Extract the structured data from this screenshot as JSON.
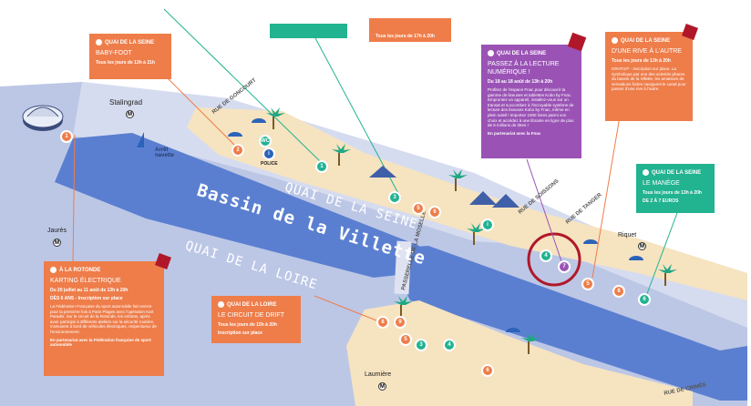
{
  "water": {
    "bassin_name": "Bassin de la Villette",
    "quai_seine": "QUAI DE LA SEINE",
    "quai_loire": "QUAI DE LA LOIRE"
  },
  "streets": {
    "goncourt": "RUE DE GONCOURT",
    "soissons": "RUE DE SOISSONS",
    "tanger": "RUE DE TANGER",
    "passerelle_moselle": "PASSERELLE DE LA MOSELLE",
    "crimee": "RUE DE CRIMÉE"
  },
  "places": {
    "stalingrad": "Stalingrad",
    "jaures": "Jaurès",
    "riquet": "Riquet",
    "laumiere": "Laumière",
    "metro_symbol": "M",
    "shuttle_stop": "Arrêt navette",
    "police": "POLICE"
  },
  "cards": {
    "babyfoot": {
      "heading": "QUAI DE LA SEINE",
      "title": "BABY-FOOT",
      "dates": "Tous les jours de 13h à 21h"
    },
    "top_partial": {
      "dates": "Tous les jours de 17h à 20h"
    },
    "lecture": {
      "heading": "QUAI DE LA SEINE",
      "title": "PASSEZ À LA LECTURE NUMÉRIQUE !",
      "dates": "Du 18 au 18 août de 13h à 20h",
      "body": "Profitez de l'espace Fnac pour découvrir la gamme de liseuses et tablettes Kobo by Fnac. Empruntez un appareil, installez-vous sur un transat et succombez à l'incroyable système de lecture des liseuses Kobo by Fnac, même en plein soleil ! Importez 1000 livres parmi vos choix et accédez à une librairie en ligne de plus de 5 millions de titres !",
      "partner": "En partenariat avec la Fnac"
    },
    "rive": {
      "heading": "QUAI DE LA SEINE",
      "title": "D'UNE RIVE À L'AUTRE",
      "dates": "Tous les jours de 13h à 20h",
      "body": "GRATUIT - Inscription sur place. La symbolique par une des activités phares du bassin de la Villette, les amateurs de sensations fortes naviguent le canal pour passer d'une rive à l'autre."
    },
    "manege": {
      "heading": "QUAI DE LA SEINE",
      "title": "LE MANÈGE",
      "dates": "Tous les jours de 13h à 20h",
      "price": "DE 2 À 7 EUROS"
    },
    "karting": {
      "heading": "À LA ROTONDE",
      "title": "KARTING ÉLECTRIQUE",
      "dates": "Du 20 juillet au 11 août de 13h à 20h",
      "price": "DÈS 6 ANS - Inscription sur place",
      "body": "La Fédération Française du sport automobile fait revivre pour la première fois à Paris Plages avec l'opération Kart Paradis. Sur le circuit de la Rotonde, les enfants, après avoir participé à différents ateliers sur la sécurité routière, s'amusent à bord de véhicules électriques, respectueux de l'environnement.",
      "partner": "En partenariat avec la Fédération française de sport automobile"
    },
    "drift": {
      "heading": "QUAI DE LA LOIRE",
      "title": "LE CIRCUIT DE DRIFT",
      "dates": "Tous les jours de 15h à 20h",
      "price": "Inscription sur place"
    }
  },
  "badges": {
    "one": "1",
    "two": "2",
    "three": "3",
    "four": "4",
    "five": "5",
    "six": "6",
    "seven": "7",
    "eight": "8",
    "nine": "9",
    "wc": "WC",
    "info": "i"
  },
  "colors": {
    "water": "#5b7fd0",
    "quay": "#bcc7e6",
    "beach": "#f6e3c0",
    "orange": "#ee7d4a",
    "purple": "#9a53b5",
    "green": "#22b391",
    "highlight": "#b0182a"
  }
}
